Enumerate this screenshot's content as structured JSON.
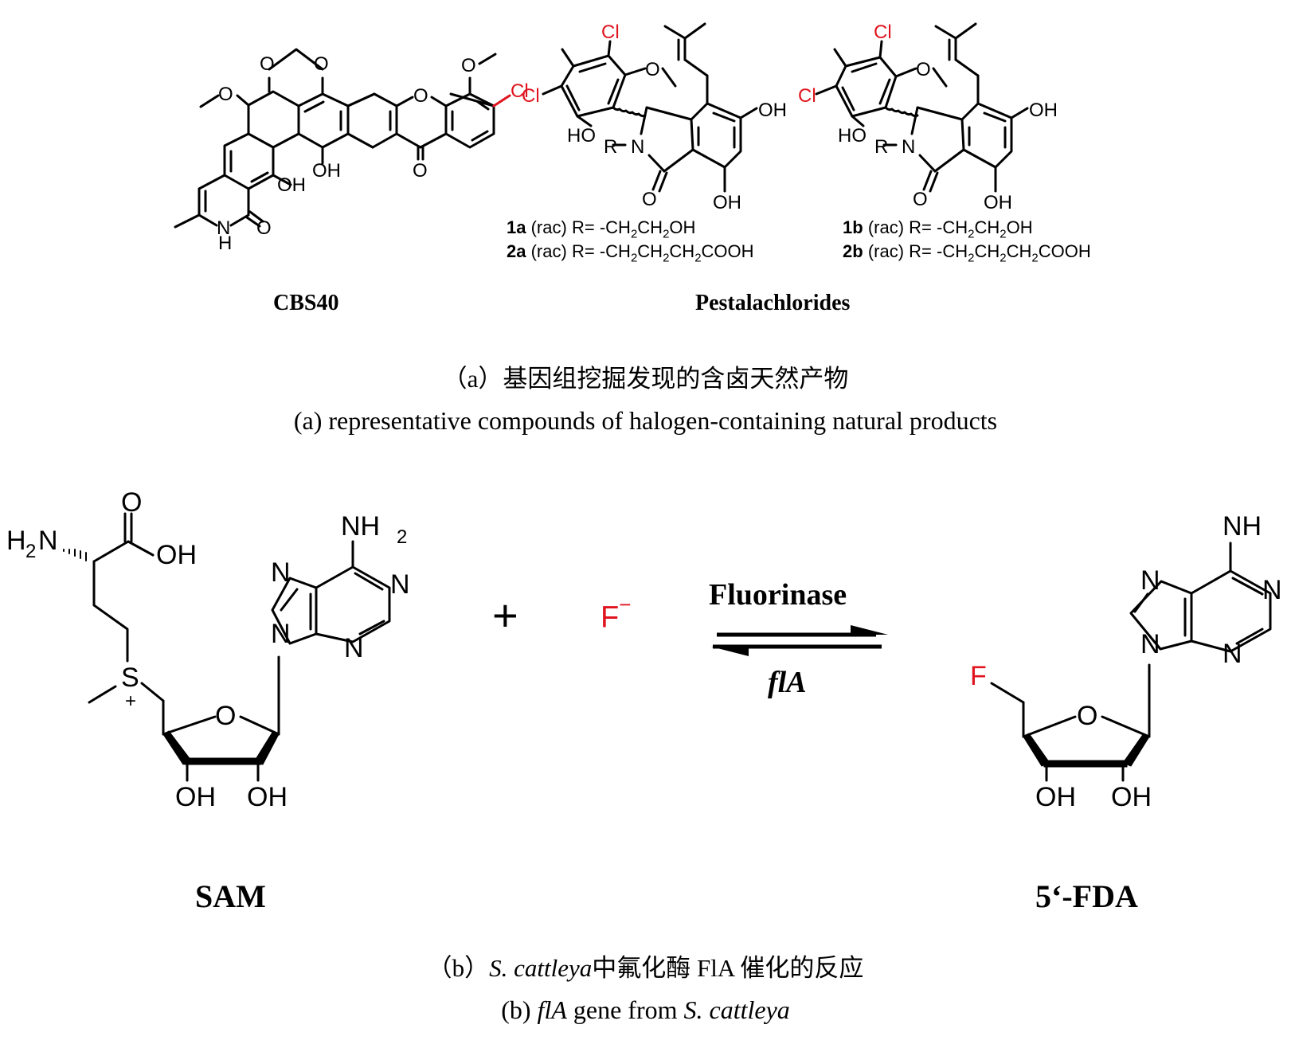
{
  "panel_a": {
    "compounds": [
      {
        "name": "CBS40",
        "halogen_atoms": [
          "Cl"
        ]
      },
      {
        "name": "Pestalachlorides",
        "variants": [
          {
            "id": "1a",
            "stereo": "(rac)",
            "r_prefix": "R= -CH",
            "r_group": "-CH2CH2OH"
          },
          {
            "id": "2a",
            "stereo": "(rac)",
            "r_group": "-CH2CH2CH2COOH"
          },
          {
            "id": "1b",
            "stereo": "(rac)",
            "r_group": "-CH2CH2OH"
          },
          {
            "id": "2b",
            "stereo": "(rac)",
            "r_group": "-CH2CH2CH2COOH"
          }
        ]
      }
    ],
    "label_cbs40": "CBS40",
    "label_pestalachlorides": "Pestalachlorides",
    "caption_cn": "（a）基因组挖掘发现的含卤天然产物",
    "caption_en": "(a) representative compounds of halogen-containing natural products"
  },
  "atoms": {
    "O": "O",
    "OH": "OH",
    "HO": "HO",
    "Cl": "Cl",
    "N": "N",
    "H": "H",
    "R": "R",
    "S": "S",
    "F": "F",
    "plus_charge": "+",
    "minus_charge": "−",
    "NH": "NH",
    "two": "2"
  },
  "r_lines": {
    "l1a": {
      "id": "1a",
      "stereo": "(rac)",
      "eq": "R=",
      "p1": "-CH",
      "s1": "2",
      "p2": "CH",
      "s2": "2",
      "p3": "OH"
    },
    "l2a": {
      "id": "2a",
      "stereo": "(rac)",
      "eq": "R=",
      "p1": "-CH",
      "s1": "2",
      "p2": "CH",
      "s2": "2",
      "p3": "CH",
      "s3": "2",
      "p4": "COOH"
    },
    "l1b": {
      "id": "1b",
      "stereo": "(rac)",
      "eq": "R=",
      "p1": "-CH",
      "s1": "2",
      "p2": "CH",
      "s2": "2",
      "p3": "OH"
    },
    "l2b": {
      "id": "2b",
      "stereo": "(rac)",
      "eq": "R=",
      "p1": "-CH",
      "s1": "2",
      "p2": "CH",
      "s2": "2",
      "p3": "CH",
      "s3": "2",
      "p4": "COOH"
    }
  },
  "panel_b": {
    "substrate": "SAM",
    "product": "5‘-FDA",
    "plus": "+",
    "reagent": "F",
    "reagent_charge": "−",
    "enzyme_above": "Fluorinase",
    "gene_below": "flA",
    "caption_cn_prefix": "（b）",
    "caption_cn_species": "S. cattleya",
    "caption_cn_suffix": "中氟化酶 FlA 催化的反应",
    "caption_en_prefix": "(b) ",
    "caption_en_gene": "flA",
    "caption_en_middle": " gene from ",
    "caption_en_species": "S. cattleya"
  },
  "colors": {
    "halogen": "#e0141e",
    "ink": "#000000",
    "background": "#ffffff"
  }
}
